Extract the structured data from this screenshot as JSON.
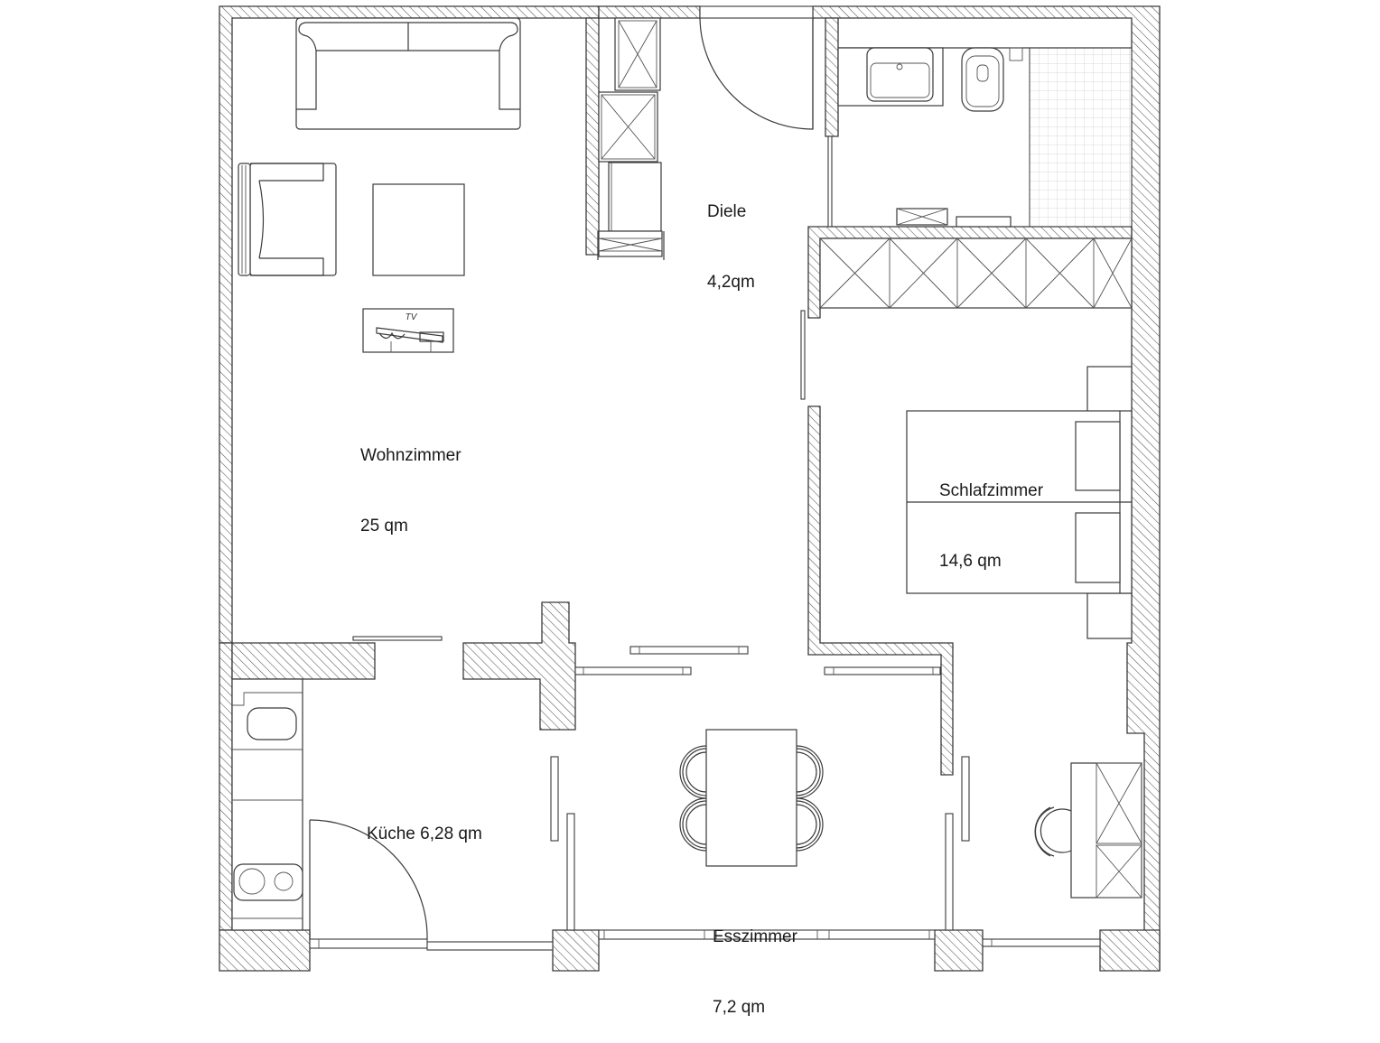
{
  "plan": {
    "colors": {
      "background": "#ffffff",
      "line": "#3a3a3a",
      "hatch": "#555555"
    },
    "rooms": [
      {
        "id": "wohnzimmer",
        "name": "Wohnzimmer",
        "area": "25 qm"
      },
      {
        "id": "diele",
        "name": "Diele",
        "area": "4,2qm"
      },
      {
        "id": "schlafzimmer",
        "name": "Schlafzimmer",
        "area": "14,6 qm"
      },
      {
        "id": "kueche",
        "name": "Küche 6,28 qm"
      },
      {
        "id": "esszimmer",
        "name": "Esszimmer",
        "area": "7,2 qm"
      }
    ],
    "furniture": {
      "tv_label": "TV"
    }
  }
}
